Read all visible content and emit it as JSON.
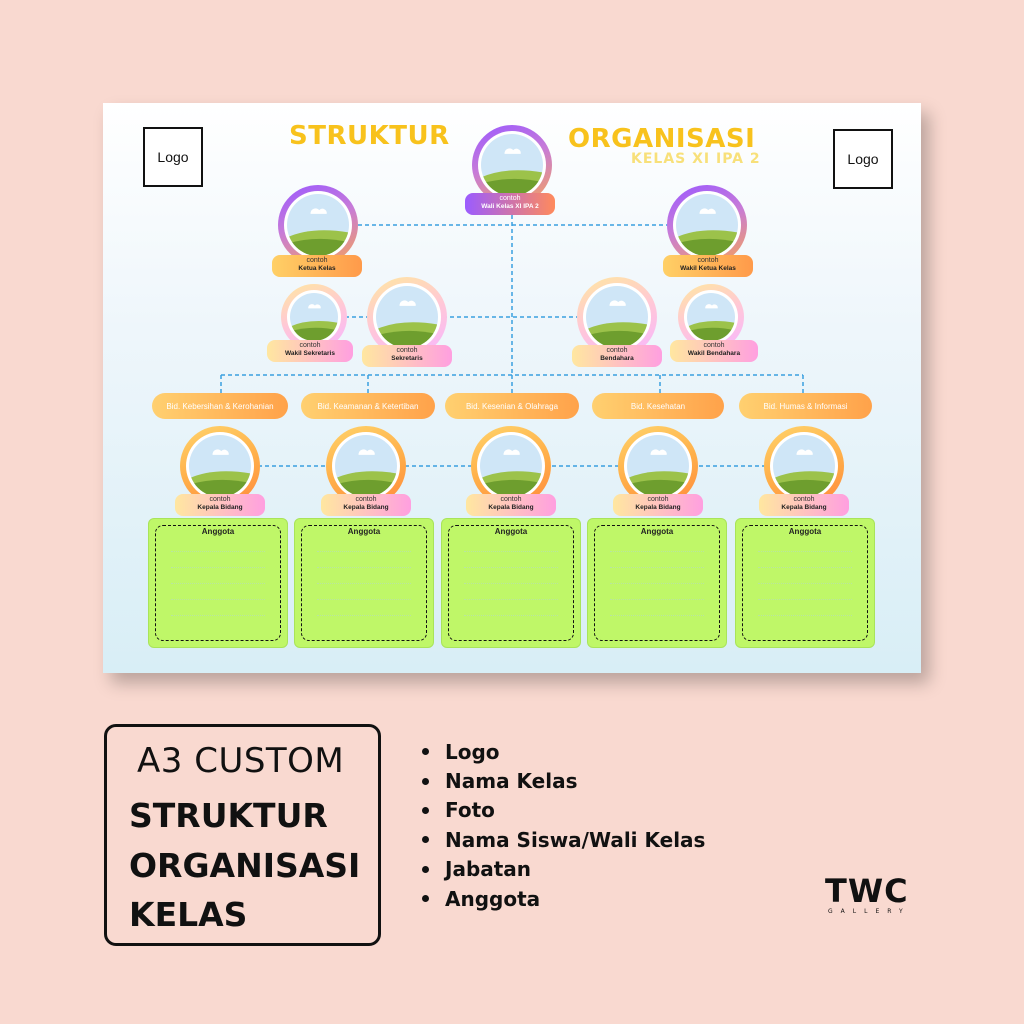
{
  "poster": {
    "logo_left": "Logo",
    "logo_right": "Logo",
    "title_left": "STRUKTUR",
    "title_right": "ORGANISASI",
    "subtitle": "KELAS XI IPA 2",
    "placeholder_name": "contoh",
    "roles": {
      "wali": "Wali Kelas XI IPA 2",
      "ketua": "Ketua Kelas",
      "wakil_ketua": "Wakil Ketua Kelas",
      "wakil_sekretaris": "Wakil Sekretaris",
      "sekretaris": "Sekretaris",
      "bendahara": "Bendahara",
      "wakil_bendahara": "Wakil Bendahara",
      "kepala_bidang": "Kepala Bidang"
    },
    "bidang": [
      "Bid. Kebersihan & Kerohanian",
      "Bid. Keamanan & Ketertiban",
      "Bid. Kesenian & Olahraga",
      "Bid. Kesehatan",
      "Bid. Humas & Informasi"
    ],
    "anggota_label": "Anggota"
  },
  "info": {
    "subtitle": "A3 CUSTOM",
    "title_line1": "STRUKTUR",
    "title_line2": "ORGANISASI",
    "title_line3": "KELAS"
  },
  "features": [
    "Logo",
    "Nama Kelas",
    "Foto",
    "Nama Siswa/Wali Kelas",
    "Jabatan",
    "Anggota"
  ],
  "brand": {
    "name": "TWC",
    "sub": "GALLERY"
  },
  "colors": {
    "background": "#f9d9d0",
    "title": "#f8c21c",
    "member_box": "#bff768",
    "connector": "#3aa0e0"
  },
  "icons": [
    "photo-placeholder-icon",
    "bullet-icon"
  ]
}
